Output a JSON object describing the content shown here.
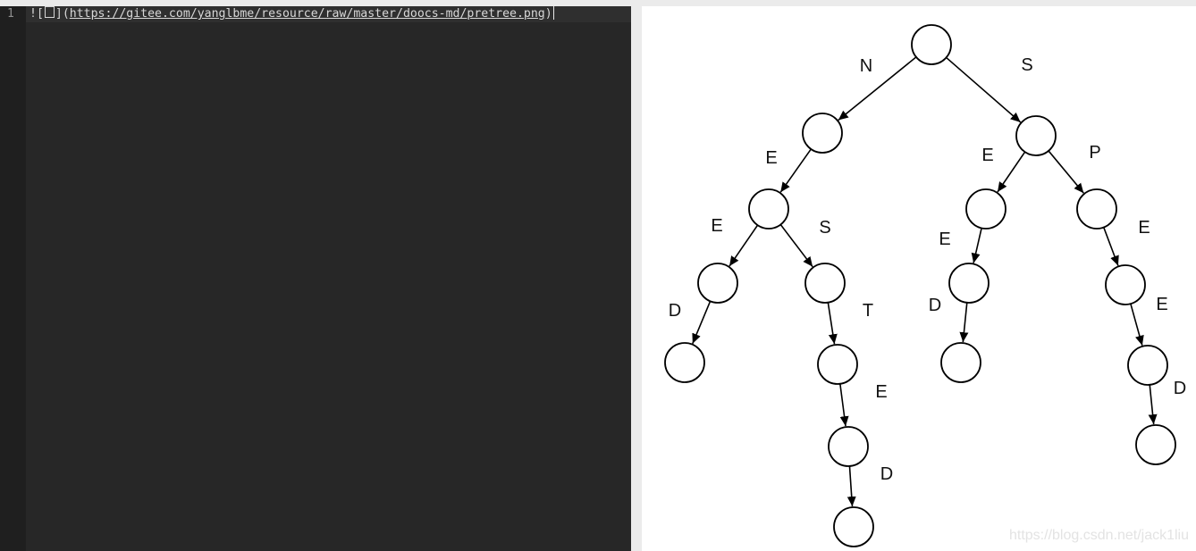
{
  "editor": {
    "line_number": "1",
    "prefix": "![",
    "url": "https://gitee.com/yanglbme/resource/raw/master/doocs-md/pretree.png",
    "suffix": ")"
  },
  "tree": {
    "edges": [
      {
        "from": "root",
        "to": "n1",
        "label": "N"
      },
      {
        "from": "root",
        "to": "s1",
        "label": "S"
      },
      {
        "from": "n1",
        "to": "ne",
        "label": "E"
      },
      {
        "from": "ne",
        "to": "nee",
        "label": "E"
      },
      {
        "from": "ne",
        "to": "nes",
        "label": "S"
      },
      {
        "from": "nee",
        "to": "need",
        "label": "D"
      },
      {
        "from": "nes",
        "to": "nest",
        "label": "T"
      },
      {
        "from": "nest",
        "to": "neste",
        "label": "E"
      },
      {
        "from": "neste",
        "to": "nested",
        "label": "D"
      },
      {
        "from": "s1",
        "to": "se",
        "label": "E"
      },
      {
        "from": "s1",
        "to": "sp",
        "label": "P"
      },
      {
        "from": "se",
        "to": "see",
        "label": "E"
      },
      {
        "from": "see",
        "to": "seed",
        "label": "D"
      },
      {
        "from": "sp",
        "to": "spe",
        "label": "E"
      },
      {
        "from": "spe",
        "to": "spee",
        "label": "E"
      },
      {
        "from": "spee",
        "to": "speed",
        "label": "D"
      }
    ]
  },
  "watermark": "https://blog.csdn.net/jack1liu"
}
